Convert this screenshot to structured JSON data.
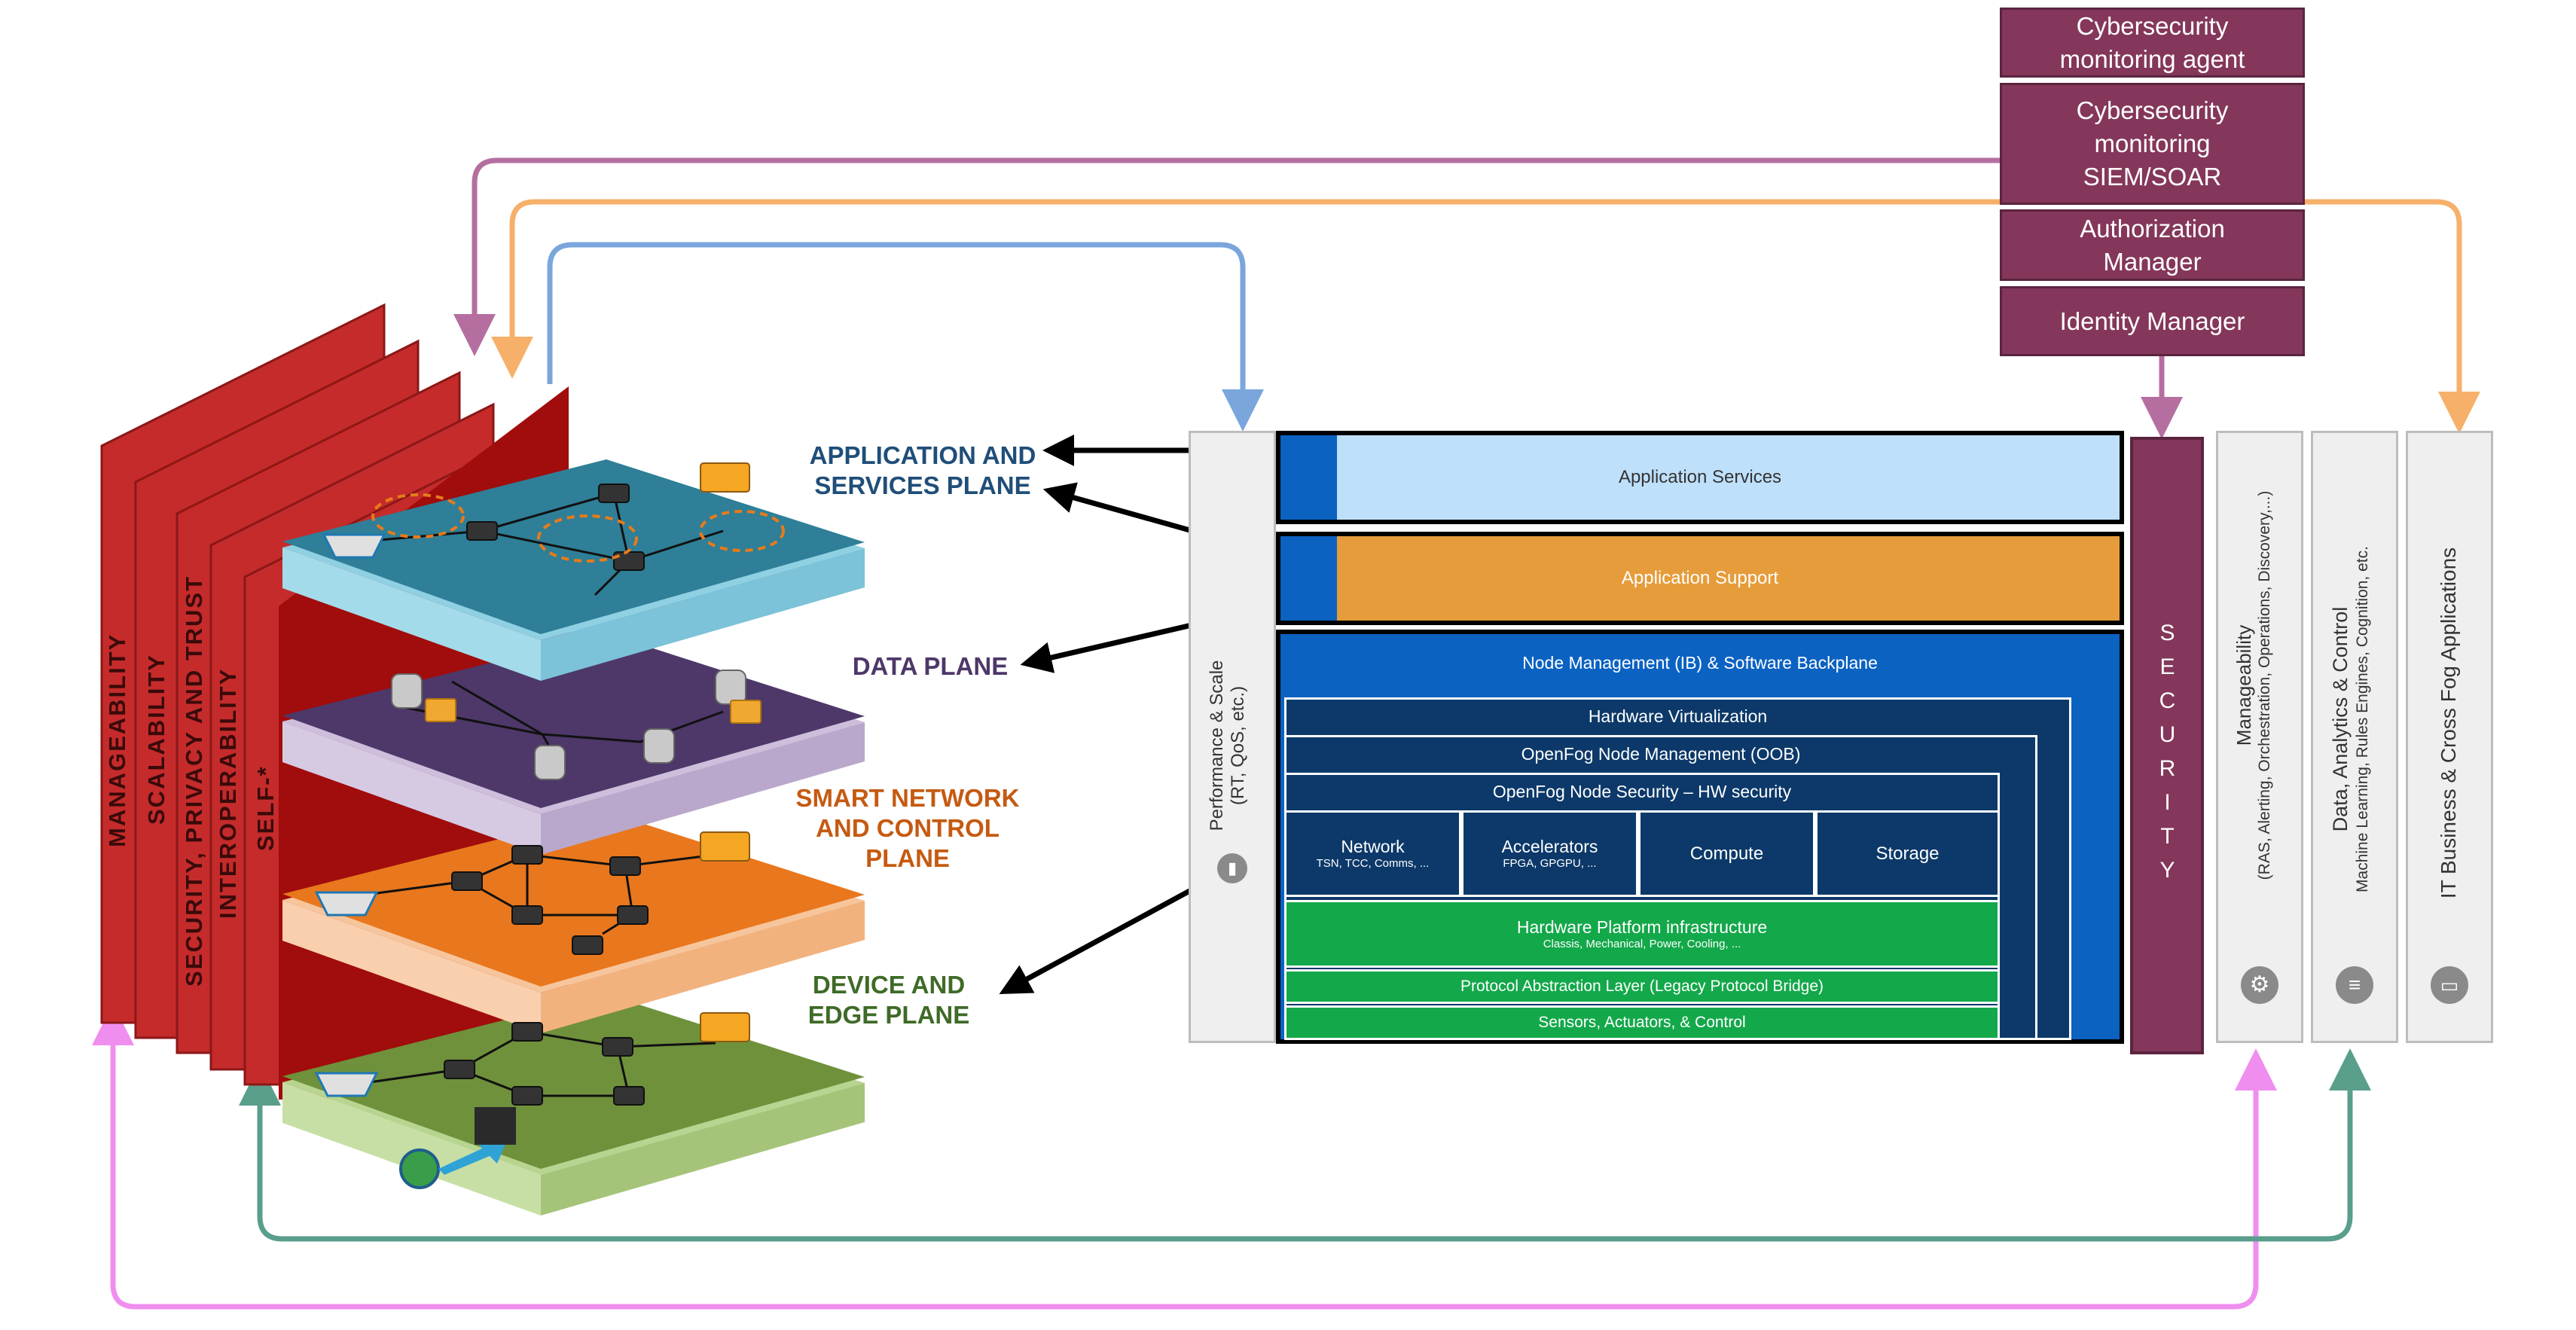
{
  "security_stack": [
    "Cybersecurity\nmonitoring agent",
    "Cybersecurity\nmonitoring\nSIEM/SOAR",
    "Authorization\nManager",
    "Identity Manager"
  ],
  "planes": {
    "app": "APPLICATION AND\nSERVICES PLANE",
    "data": "DATA PLANE",
    "control": "SMART NETWORK\nAND CONTROL\nPLANE",
    "device": "DEVICE AND\nEDGE PLANE"
  },
  "walls": [
    "MANAGEABILITY",
    "SCALABILITY",
    "SECURITY, PRIVACY AND TRUST",
    "INTEROPERABILITY",
    "SELF-*"
  ],
  "openfog": {
    "perf_title": "Performance & Scale",
    "perf_sub": "(RT, QoS, etc.)",
    "app_services": "Application Services",
    "app_support": "Application Support",
    "node_mgmt": "Node Management (IB) & Software Backplane",
    "hw_virt": "Hardware Virtualization",
    "of_node_mgmt": "OpenFog Node Management (OOB)",
    "of_node_sec": "OpenFog Node Security – HW security",
    "network": "Network",
    "network_sub": "TSN, TCC, Comms, ...",
    "accelerators": "Accelerators",
    "accelerators_sub": "FPGA, GPGPU, ...",
    "compute": "Compute",
    "storage": "Storage",
    "hw_platform": "Hardware Platform infrastructure",
    "hw_platform_sub": "Classis, Mechanical, Power, Cooling, ...",
    "protocol": "Protocol Abstraction Layer (Legacy Protocol Bridge)",
    "sensors": "Sensors, Actuators, & Control",
    "security": "SECURITY"
  },
  "side_columns": {
    "manageability": "Manageability",
    "manageability_sub": "(RAS, Alerting, Orchestration, Operations, Discovery,...)",
    "data_analytics": "Data, Analytics & Control",
    "data_analytics_sub": "Machine Learning, Rules Engines, Cognition, etc.",
    "it_business": "IT Business & Cross Fog Applications"
  },
  "colors": {
    "purple_arrow": "#b46fa0",
    "orange_arrow": "#f6b06a",
    "blue_arrow": "#7aa6dc",
    "pink_arrow": "#f08ef0",
    "teal_arrow": "#5a9e8c",
    "maroon": "#84375a",
    "wall_red": "#c62a2a",
    "plane_app": "#2e7f97",
    "plane_data": "#4d3869",
    "plane_control": "#e9771d",
    "plane_device": "#6f913b",
    "openfog_blue": "#0b62c1",
    "openfog_navy": "#0c3969",
    "openfog_green": "#13a84a"
  }
}
